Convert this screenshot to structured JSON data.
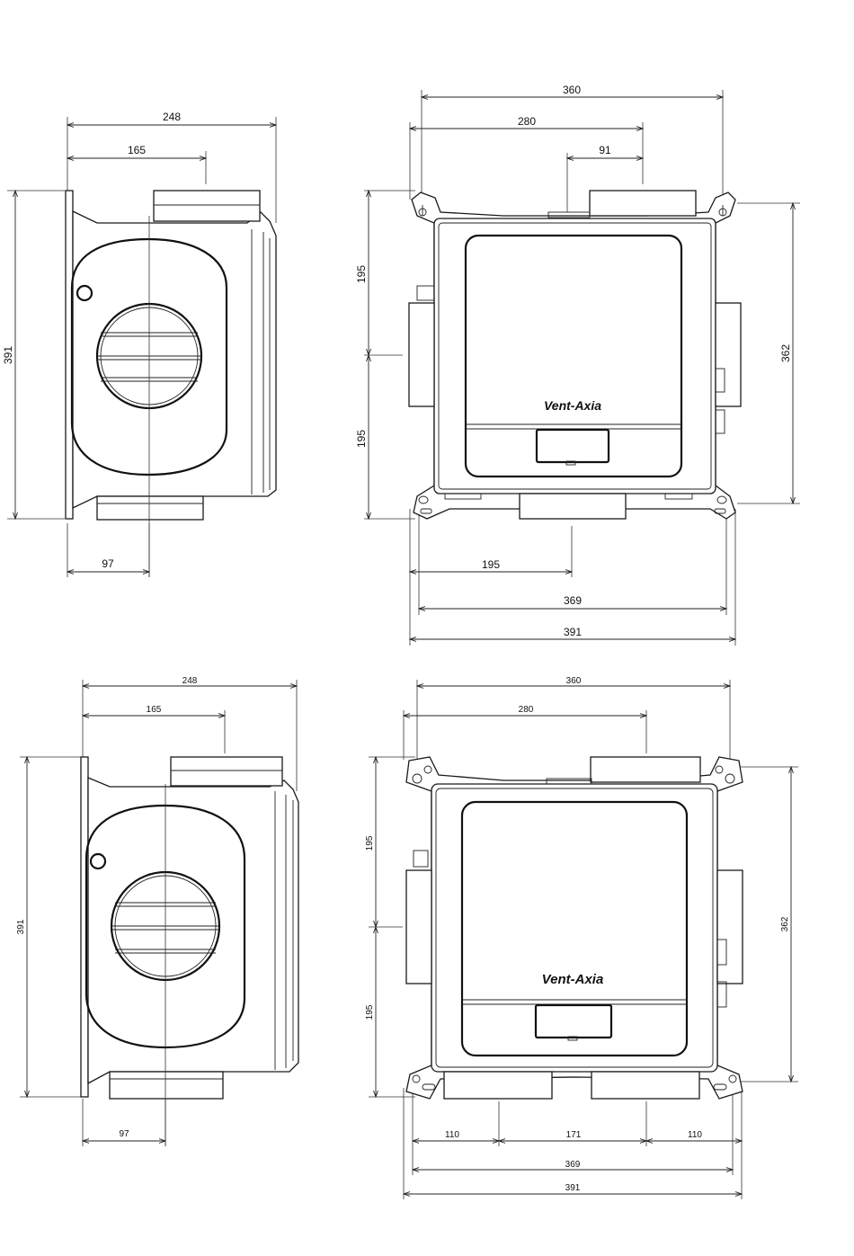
{
  "drawings": {
    "top_side_view": {
      "dims": {
        "width_total": "248",
        "width_spigot": "165",
        "height_total": "391",
        "depth_spigot": "97"
      }
    },
    "top_front_view": {
      "dims": {
        "width_mount": "360",
        "width_spigot_offset": "280",
        "spigot_gap": "91",
        "height_upper": "195",
        "height_lower": "195",
        "height_right": "362",
        "bottom_offset": "195",
        "bottom_inner": "369",
        "bottom_total": "391"
      },
      "logo": "Vent-Axia"
    },
    "bottom_side_view": {
      "dims": {
        "width_total": "248",
        "width_spigot": "165",
        "height_total": "391",
        "depth_spigot": "97"
      }
    },
    "bottom_front_view": {
      "dims": {
        "width_mount": "360",
        "width_spigot_offset": "280",
        "height_upper": "195",
        "height_lower": "195",
        "height_right": "362",
        "spigot_left": "110",
        "spigot_gap": "171",
        "spigot_right": "110",
        "bottom_inner": "369",
        "bottom_total": "391"
      },
      "logo": "Vent-Axia"
    }
  }
}
